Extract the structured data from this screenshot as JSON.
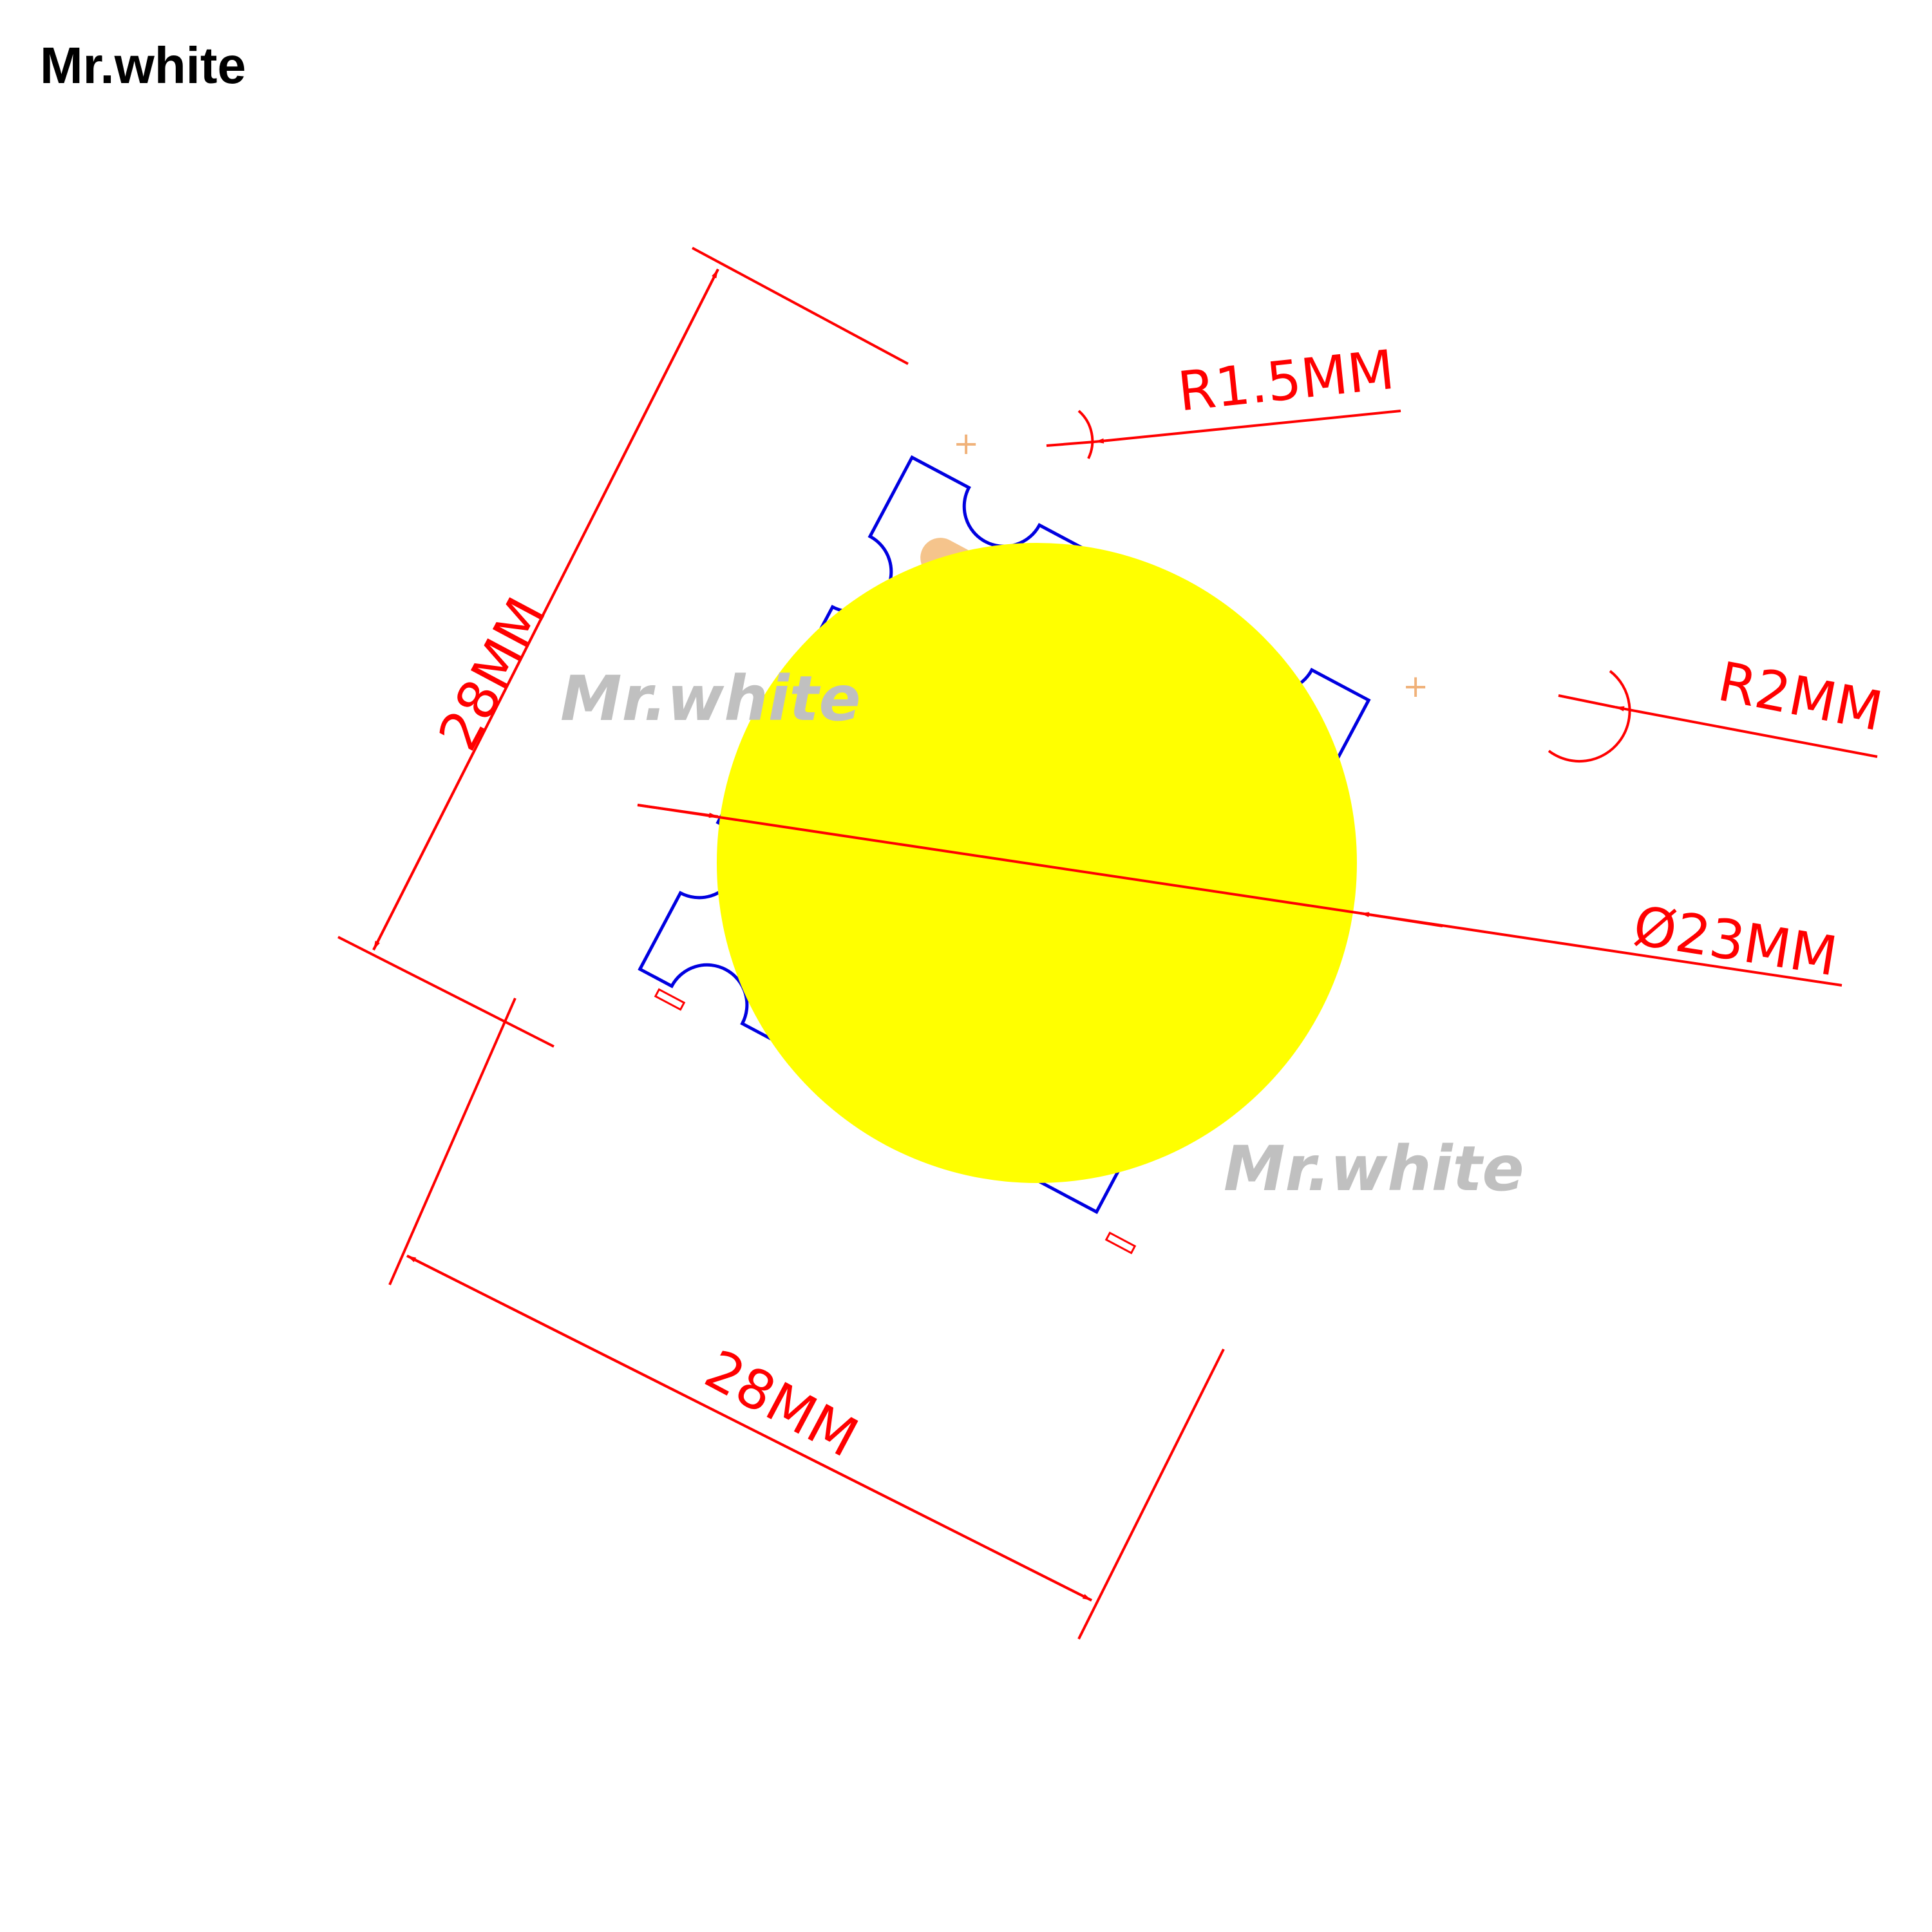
{
  "brand": "Mr.white",
  "watermark": "Mr.white",
  "dimensions": {
    "width_label": "28MM",
    "height_label": "28MM",
    "diameter_label": "Ø23MM",
    "corner_radius_label": "R1.5MM",
    "hole_radius_label": "R2MM"
  },
  "polarity": {
    "plus": "+",
    "minus": "-"
  },
  "colors": {
    "outline": "#0000e0",
    "dimension": "#ff0000",
    "emitter": "#ffff00",
    "pad": "#f5c48c",
    "watermark": "#c0c0c0"
  }
}
